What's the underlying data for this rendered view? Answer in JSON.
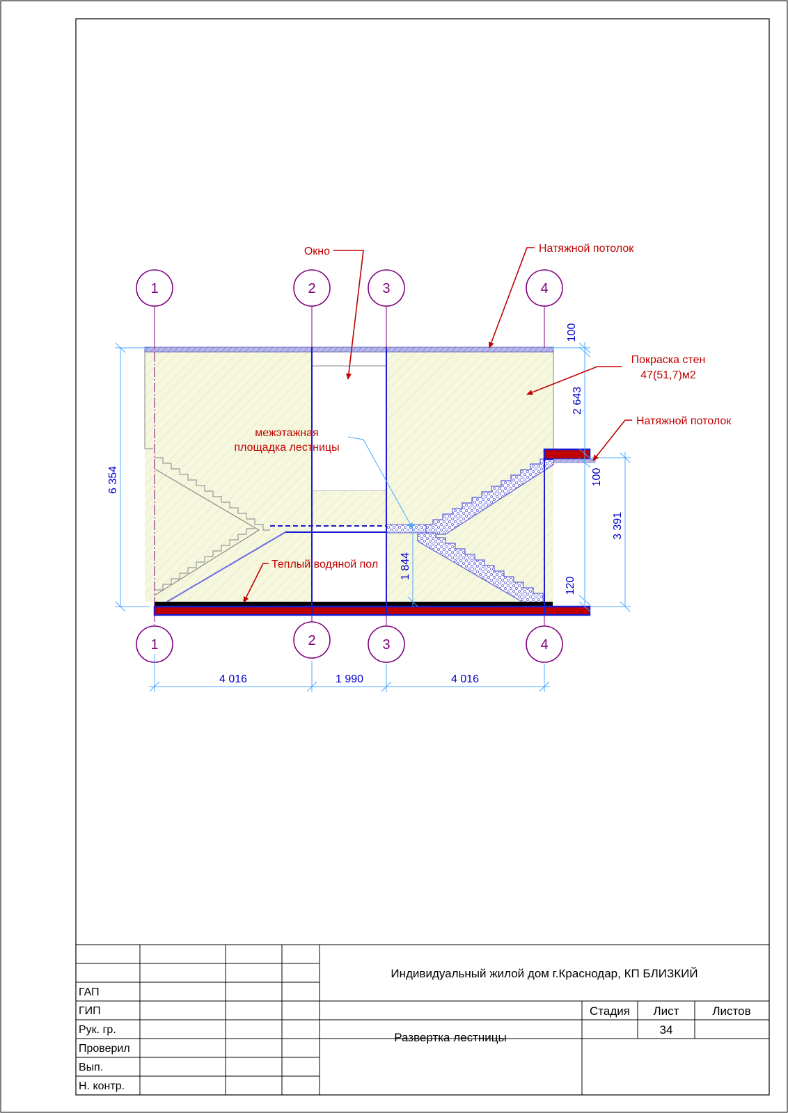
{
  "axes": {
    "top": [
      "1",
      "2",
      "3",
      "4"
    ],
    "bottom": [
      "1",
      "2",
      "3",
      "4"
    ]
  },
  "annotations": {
    "window": "Окно",
    "ceiling_top": "Натяжной потолок",
    "wall_paint_1": "Покраска стен",
    "wall_paint_2": "47(51,7)м2",
    "ceiling_side": "Натяжной потолок",
    "landing_1": "межэтажная",
    "landing_2": "площадка лестницы",
    "floor": "Теплый водяной пол"
  },
  "dimensions": {
    "height_total": "6 354",
    "top_slab": "100",
    "upper_wall": "2 643",
    "side_slab": "100",
    "lower_height": "3 391",
    "landing_height": "1 844",
    "floor_slab": "120",
    "span_1": "4 016",
    "span_2": "1 990",
    "span_3": "4 016"
  },
  "title_block": {
    "roles": [
      "ГАП",
      "ГИП",
      "Рук. гр.",
      "Проверил",
      "Вып.",
      "Н. контр."
    ],
    "project": "Индивидуальный жилой дом г.Краснодар, КП БЛИЗКИЙ",
    "sheet_title": "Развертка лестницы",
    "stage_label": "Стадия",
    "sheet_label": "Лист",
    "sheets_label": "Листов",
    "stage_value": "",
    "sheet_value": "34",
    "sheets_value": ""
  },
  "colors": {
    "axis": "#800080",
    "dimension": "#0000cc",
    "annotation": "#c00000",
    "wall_fill": "#f4f7dc",
    "slab": "#c00000",
    "stair": "#7070e0"
  }
}
